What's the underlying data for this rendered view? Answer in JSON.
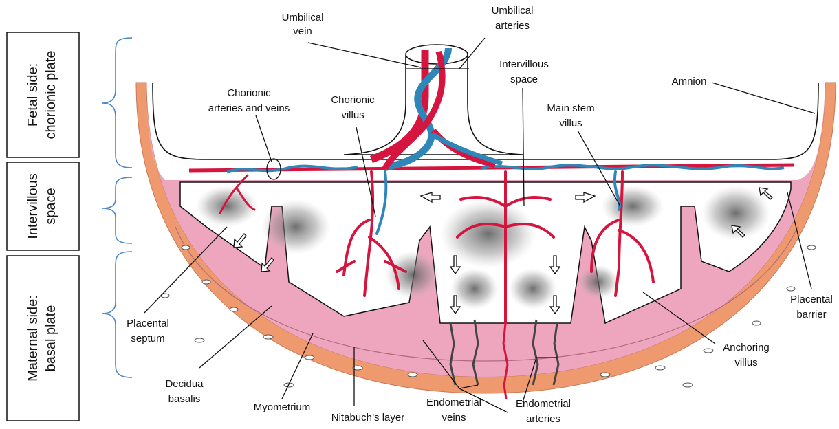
{
  "side_labels": [
    {
      "lines": [
        "Fetal side:",
        "chorionic plate"
      ]
    },
    {
      "lines": [
        "Intervillous",
        "space"
      ]
    },
    {
      "lines": [
        "Maternal side:",
        "basal plate"
      ]
    }
  ],
  "labels": {
    "umbilical_vein": [
      "Umbilical",
      "vein"
    ],
    "umbilical_arteries": [
      "Umbilical",
      "arteries"
    ],
    "intervillous_space": [
      "Intervillous",
      "space"
    ],
    "amnion": [
      "Amnion"
    ],
    "chorionic_arteries_veins": [
      "Chorionic",
      "arteries and veins"
    ],
    "chorionic_villus": [
      "Chorionic",
      "villus"
    ],
    "main_stem_villus": [
      "Main stem",
      "villus"
    ],
    "placental_septum": [
      "Placental",
      "septum"
    ],
    "decidua_basalis": [
      "Decidua",
      "basalis"
    ],
    "myometrium": [
      "Myometrium"
    ],
    "nitabuch_layer": [
      "Nitabuch’s  layer"
    ],
    "endometrial_veins": [
      "Endometrial",
      "veins"
    ],
    "endometrial_arteries": [
      "Endometrial",
      "arteries"
    ],
    "placental_barrier": [
      "Placental",
      "barrier"
    ],
    "anchoring_villus": [
      "Anchoring",
      "villus"
    ]
  },
  "colors": {
    "artery": "#d6153e",
    "vein": "#2f86b8",
    "decidua": "#eea6be",
    "myometrium": "#ee9a6e",
    "brace": "#4a86c5",
    "outline": "#111111"
  }
}
